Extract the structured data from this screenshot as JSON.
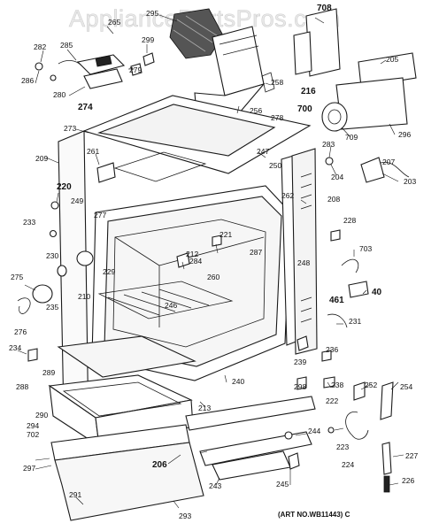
{
  "watermark": "AppliancePartsPros.com",
  "art_reference": "(ART NO.WB11443) C",
  "callouts": [
    {
      "n": "295",
      "bold": false
    },
    {
      "n": "265",
      "bold": false
    },
    {
      "n": "708",
      "bold": true
    },
    {
      "n": "282",
      "bold": false
    },
    {
      "n": "285",
      "bold": false
    },
    {
      "n": "299",
      "bold": false
    },
    {
      "n": "279",
      "bold": false
    },
    {
      "n": "286",
      "bold": false
    },
    {
      "n": "280",
      "bold": false
    },
    {
      "n": "274",
      "bold": true
    },
    {
      "n": "205",
      "bold": false
    },
    {
      "n": "258",
      "bold": false
    },
    {
      "n": "216",
      "bold": true
    },
    {
      "n": "700",
      "bold": true
    },
    {
      "n": "256",
      "bold": false
    },
    {
      "n": "278",
      "bold": false
    },
    {
      "n": "709",
      "bold": false
    },
    {
      "n": "296",
      "bold": false
    },
    {
      "n": "273",
      "bold": false
    },
    {
      "n": "283",
      "bold": false
    },
    {
      "n": "204",
      "bold": false
    },
    {
      "n": "207",
      "bold": false
    },
    {
      "n": "203",
      "bold": false
    },
    {
      "n": "209",
      "bold": false
    },
    {
      "n": "261",
      "bold": false
    },
    {
      "n": "247",
      "bold": false
    },
    {
      "n": "250",
      "bold": false
    },
    {
      "n": "262",
      "bold": false
    },
    {
      "n": "208",
      "bold": false
    },
    {
      "n": "220",
      "bold": true
    },
    {
      "n": "249",
      "bold": false
    },
    {
      "n": "277",
      "bold": false
    },
    {
      "n": "233",
      "bold": false
    },
    {
      "n": "221",
      "bold": false
    },
    {
      "n": "228",
      "bold": false
    },
    {
      "n": "212",
      "bold": false
    },
    {
      "n": "284",
      "bold": false
    },
    {
      "n": "287",
      "bold": false
    },
    {
      "n": "703",
      "bold": false
    },
    {
      "n": "230",
      "bold": false
    },
    {
      "n": "229",
      "bold": false
    },
    {
      "n": "260",
      "bold": false
    },
    {
      "n": "248",
      "bold": false
    },
    {
      "n": "40",
      "bold": true
    },
    {
      "n": "275",
      "bold": false
    },
    {
      "n": "210",
      "bold": false
    },
    {
      "n": "246",
      "bold": false
    },
    {
      "n": "461",
      "bold": true
    },
    {
      "n": "235",
      "bold": false
    },
    {
      "n": "231",
      "bold": false
    },
    {
      "n": "276",
      "bold": false
    },
    {
      "n": "234",
      "bold": false
    },
    {
      "n": "236",
      "bold": false
    },
    {
      "n": "239",
      "bold": false
    },
    {
      "n": "289",
      "bold": false
    },
    {
      "n": "240",
      "bold": false
    },
    {
      "n": "238",
      "bold": false
    },
    {
      "n": "298",
      "bold": false
    },
    {
      "n": "288",
      "bold": false
    },
    {
      "n": "252",
      "bold": false
    },
    {
      "n": "254",
      "bold": false
    },
    {
      "n": "222",
      "bold": false
    },
    {
      "n": "213",
      "bold": false
    },
    {
      "n": "290",
      "bold": false
    },
    {
      "n": "294",
      "bold": false
    },
    {
      "n": "244",
      "bold": false
    },
    {
      "n": "702",
      "bold": false
    },
    {
      "n": "223",
      "bold": false
    },
    {
      "n": "227",
      "bold": false
    },
    {
      "n": "206",
      "bold": true
    },
    {
      "n": "297",
      "bold": false
    },
    {
      "n": "224",
      "bold": false
    },
    {
      "n": "243",
      "bold": false
    },
    {
      "n": "245",
      "bold": false
    },
    {
      "n": "291",
      "bold": false
    },
    {
      "n": "226",
      "bold": false
    },
    {
      "n": "293",
      "bold": false
    }
  ]
}
